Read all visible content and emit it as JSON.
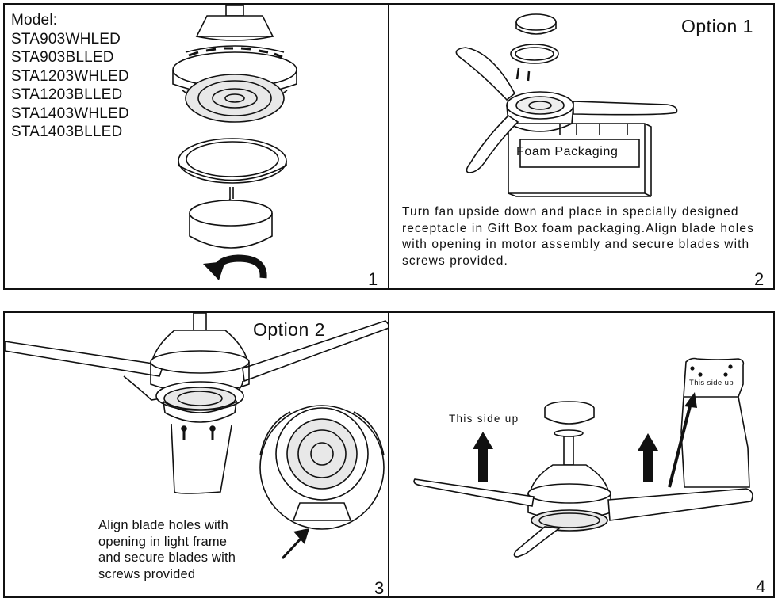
{
  "panel1": {
    "model_label": "Model:",
    "models": [
      "STA903WHLED",
      "STA903BLLED",
      "STA1203WHLED",
      "STA1203BLLED",
      "STA1403WHLED",
      "STA1403BLLED"
    ],
    "number": "1"
  },
  "panel2": {
    "option": "Option 1",
    "foam_label": "Foam Packaging",
    "instruction_lines": [
      "Turn fan upside down and place in specially designed",
      "receptacle in Gift Box foam packaging.Align blade holes",
      "with opening in motor assembly and secure blades with",
      "screws provided."
    ],
    "number": "2"
  },
  "panel3": {
    "option": "Option 2",
    "instruction_lines": [
      "Align blade holes with",
      "opening in light frame",
      "and secure blades with",
      "screws provided"
    ],
    "number": "3"
  },
  "panel4": {
    "this_side_up": "This side up",
    "blade_label": "This side up",
    "number": "4"
  }
}
